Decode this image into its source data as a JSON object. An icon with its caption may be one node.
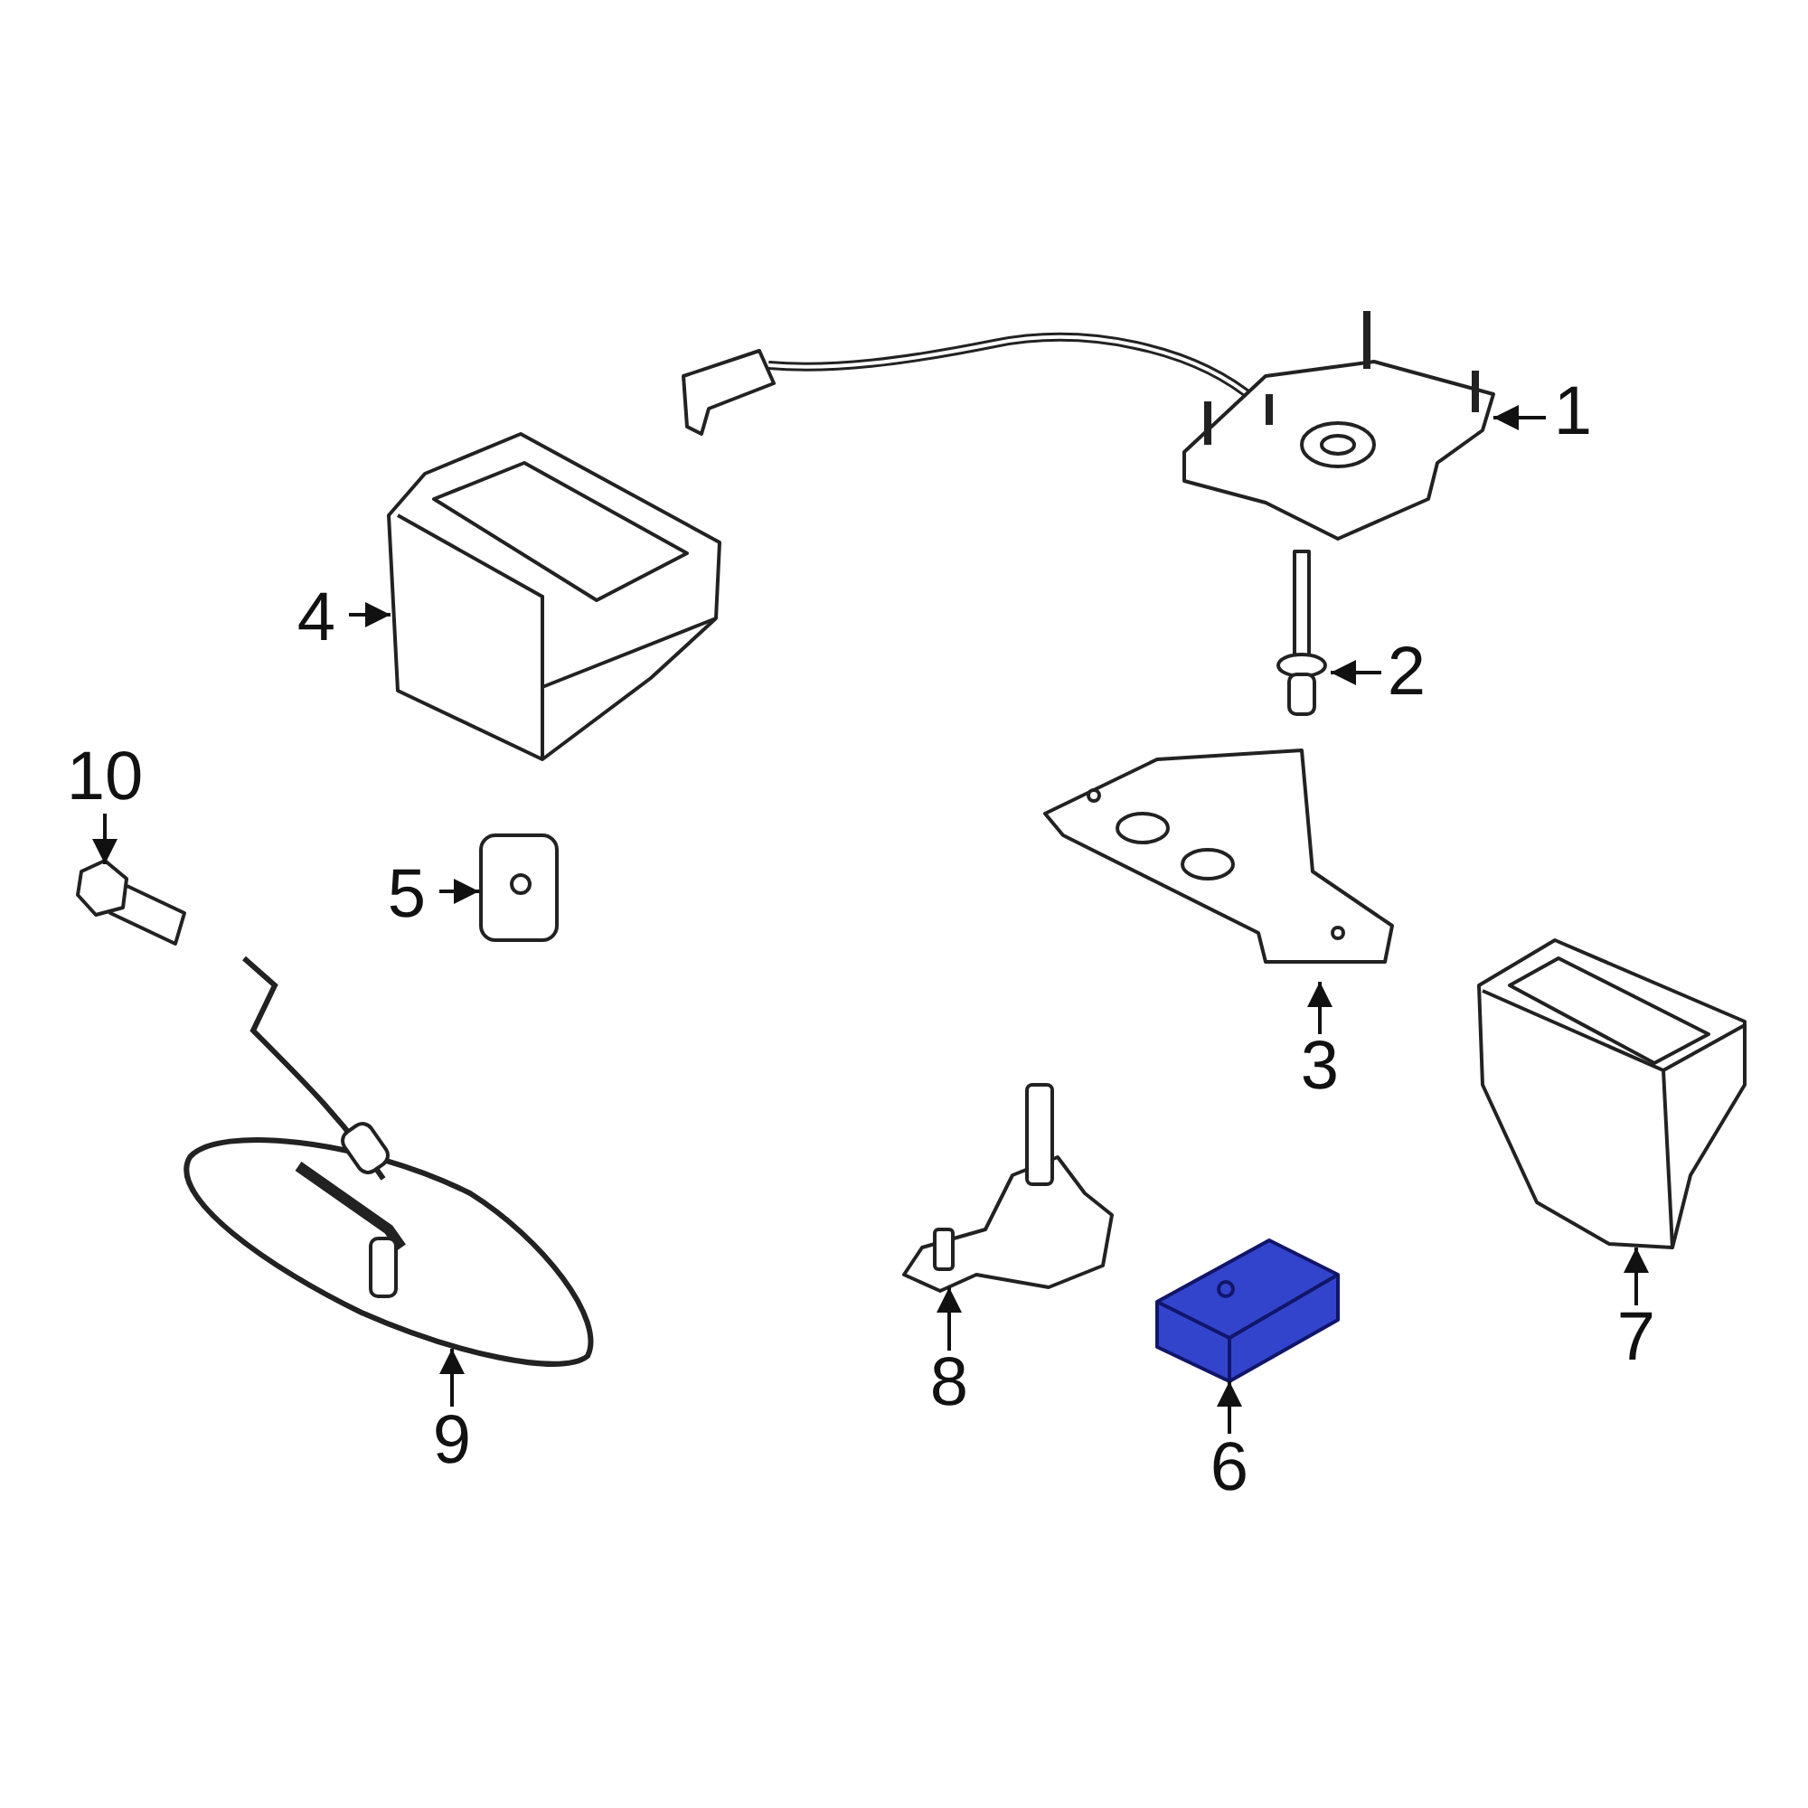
{
  "diagram": {
    "nodes": [
      {
        "text": [
          "1"
        ]
      },
      {
        "text": [],
        "shape": "picture"
      },
      {
        "text": [
          "2"
        ]
      },
      {
        "text": [],
        "shape": "picture"
      },
      {
        "text": [
          "3"
        ]
      },
      {
        "text": [],
        "shape": "picture"
      },
      {
        "text": [
          "4"
        ]
      },
      {
        "text": [],
        "shape": "picture"
      },
      {
        "text": [
          "5"
        ]
      },
      {
        "text": [],
        "shape": "picture"
      },
      {
        "text": [
          "6"
        ]
      },
      {
        "text": [],
        "shape": "picture"
      },
      {
        "text": [
          "7"
        ]
      },
      {
        "text": [],
        "shape": "picture"
      },
      {
        "text": [
          "8"
        ]
      },
      {
        "text": [],
        "shape": "picture"
      },
      {
        "text": [
          "9"
        ]
      },
      {
        "text": [],
        "shape": "picture"
      },
      {
        "text": [
          "10"
        ]
      },
      {
        "text": [],
        "shape": "picture"
      }
    ],
    "edges": [
      {
        "from": 0,
        "to": 1,
        "arrow": "to"
      },
      {
        "from": 2,
        "to": 3,
        "arrow": "to"
      },
      {
        "from": 4,
        "to": 5,
        "arrow": "to"
      },
      {
        "from": 6,
        "to": 7,
        "arrow": "to"
      },
      {
        "from": 8,
        "to": 9,
        "arrow": "to"
      },
      {
        "from": 10,
        "to": 11,
        "arrow": "to"
      },
      {
        "from": 12,
        "to": 13,
        "arrow": "to"
      },
      {
        "from": 14,
        "to": 15,
        "arrow": "to"
      },
      {
        "from": 16,
        "to": 17,
        "arrow": "to"
      },
      {
        "from": 18,
        "to": 19,
        "arrow": "to"
      }
    ]
  }
}
